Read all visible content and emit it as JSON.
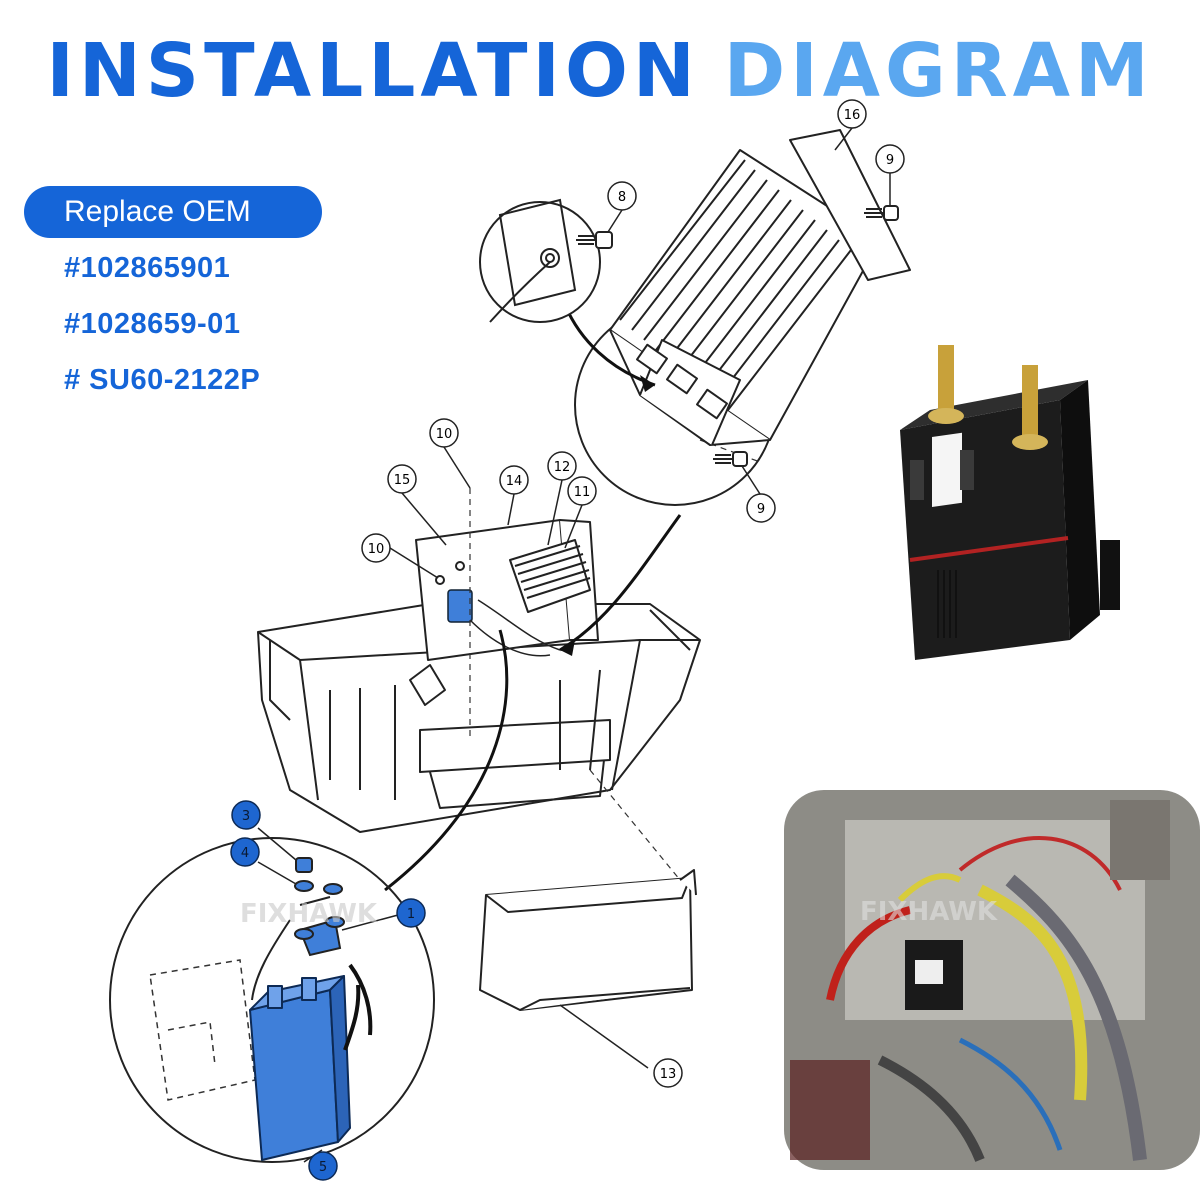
{
  "title": {
    "part1": "INSTALLATION",
    "part2": "DIAGRAM"
  },
  "oem": {
    "label": "Replace OEM",
    "numbers": [
      "#102865901",
      "#1028659-01",
      "# SU60-2122P"
    ]
  },
  "callouts": {
    "c1": "1",
    "c3": "3",
    "c4": "4",
    "c5": "5",
    "c8": "8",
    "c9a": "9",
    "c9b": "9",
    "c10a": "10",
    "c10b": "10",
    "c11": "11",
    "c12": "12",
    "c13": "13",
    "c14": "14",
    "c15": "15",
    "c16": "16"
  },
  "watermark": "FIXHAWK",
  "colors": {
    "primary": "#1565d8",
    "accent": "#5aa7f0",
    "highlight": "#3f7fd9"
  }
}
